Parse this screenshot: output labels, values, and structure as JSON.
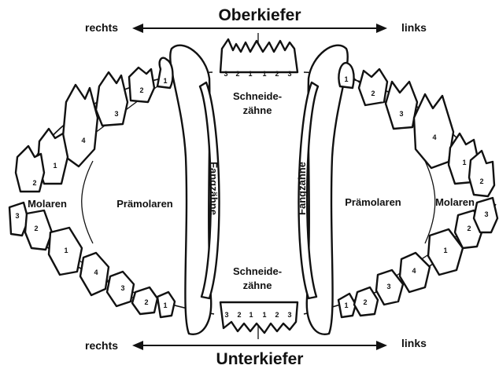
{
  "header": {
    "upper_jaw": "Oberkiefer",
    "lower_jaw": "Unterkiefer"
  },
  "sides": {
    "right_top": "rechts",
    "left_top": "links",
    "right_bottom": "rechts",
    "left_bottom": "links"
  },
  "regions": {
    "incisors_top": [
      "Schneide-",
      "zähne"
    ],
    "incisors_bottom": [
      "Schneide-",
      "zähne"
    ],
    "canines_left": "Fangzähne",
    "canines_right": "Fangzähne",
    "premolars_left": "Prämolaren",
    "premolars_right": "Prämolaren",
    "molars_left": "Molaren",
    "molars_right": "Molaren"
  },
  "tooth_numbers": {
    "upper_incisors": [
      "3",
      "2",
      "1",
      "1",
      "2",
      "3"
    ],
    "lower_incisors": [
      "3",
      "2",
      "1",
      "1",
      "2",
      "3"
    ],
    "upper_right_premolars": [
      "1",
      "2",
      "3",
      "4"
    ],
    "upper_right_molars": [
      "1",
      "2"
    ],
    "upper_left_premolars": [
      "1",
      "2",
      "3",
      "4"
    ],
    "upper_left_molars": [
      "1",
      "2"
    ],
    "lower_right_premolars": [
      "1",
      "2",
      "3",
      "4"
    ],
    "lower_right_molars": [
      "1",
      "2",
      "3"
    ],
    "lower_left_premolars": [
      "1",
      "2",
      "3",
      "4"
    ],
    "lower_left_molars": [
      "1",
      "2",
      "3"
    ]
  }
}
